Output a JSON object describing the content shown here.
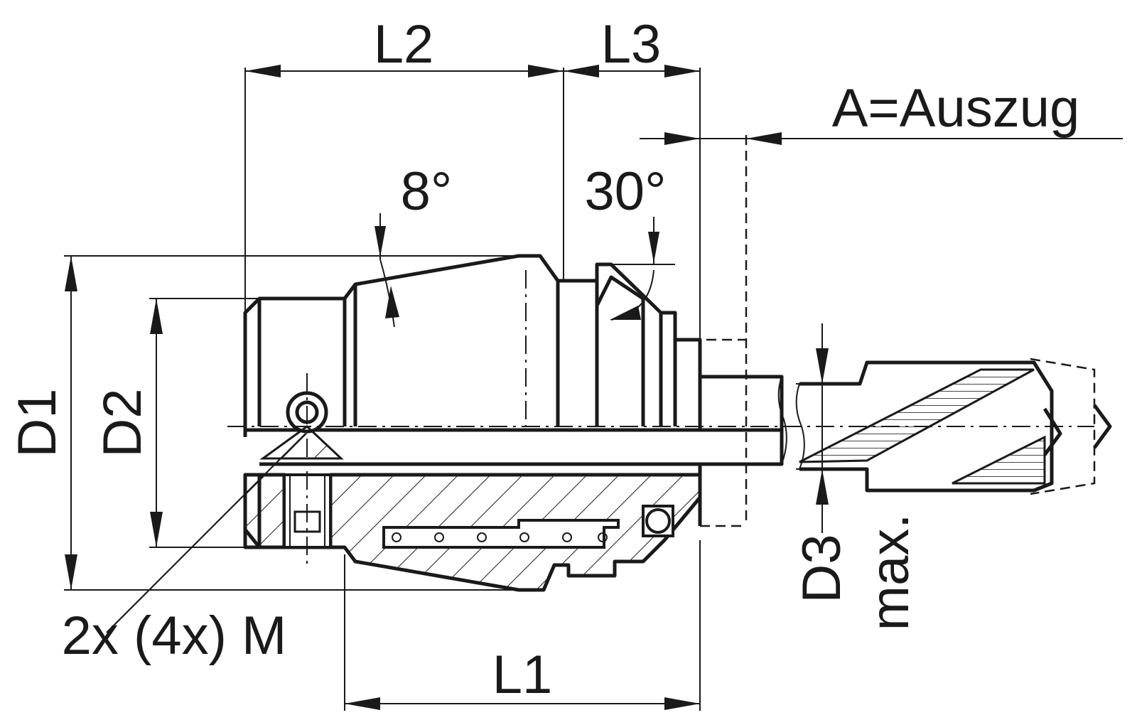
{
  "diagram": {
    "labels": {
      "l2": "L2",
      "l3": "L3",
      "l1": "L1",
      "auszug": "A=Auszug",
      "angle_8": "8°",
      "angle_30": "30°",
      "d1": "D1",
      "d2": "D2",
      "d3": "D3",
      "max": "max.",
      "thread": "2x (4x) M"
    },
    "colors": {
      "line": "#1a1a1a",
      "background": "#ffffff"
    }
  }
}
